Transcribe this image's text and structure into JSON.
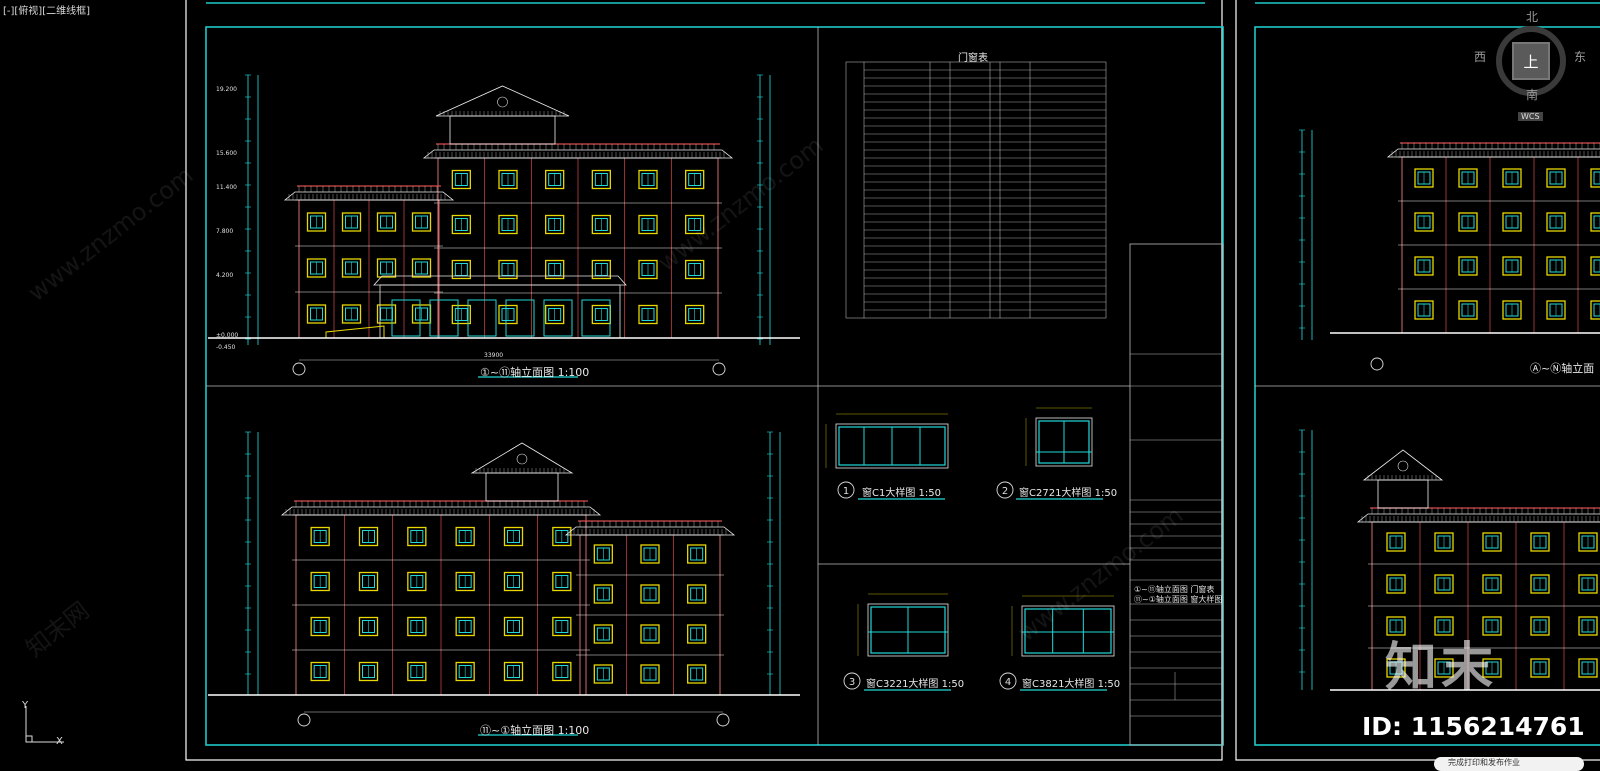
{
  "viewport": {
    "label": "[-][俯视][二维线框]"
  },
  "navcube": {
    "top_label": "上",
    "north": "北",
    "south": "南",
    "east": "东",
    "west": "西",
    "wcs": "WCS"
  },
  "sheet": {
    "elev1_caption": "①~⑪轴立面图  1:100",
    "elev2_caption": "⑪~①轴立面图  1:100",
    "elev3_caption": "Ⓐ~Ⓝ轴立面",
    "table_title": "门窗表",
    "detail1_caption": "窗C1大样图  1:50",
    "detail2_caption": "窗C2721大样图  1:50",
    "detail3_caption": "窗C3221大样图  1:50",
    "detail4_caption": "窗C3821大样图  1:50",
    "titleblock_drawing": "①~⑪轴立面图  门窗表",
    "titleblock_drawing2": "⑪~①轴立面图  窗大样图",
    "levels": [
      "19.200",
      "15.600",
      "11.400",
      "7.800",
      "4.200",
      "±0.000",
      "-0.450"
    ],
    "dim_total": "33900"
  },
  "watermark": {
    "logo": "知末",
    "id_text": "ID: 1156214761",
    "site": "www.znzmo.com",
    "site_cn": "知末网"
  },
  "ucs": {
    "y": "Y",
    "x": "X"
  },
  "toast": {
    "text": "完成打印和发布作业"
  }
}
